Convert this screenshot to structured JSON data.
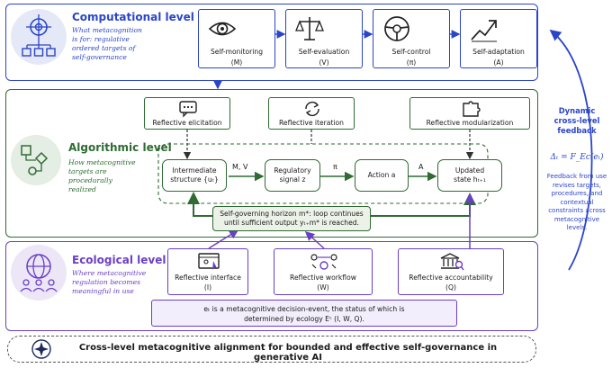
{
  "computational": {
    "title": "Computational level",
    "desc": "What metacognition is for: regulative ordered targets of self-governance",
    "targets": [
      {
        "label": "Self-monitoring",
        "abbr": "(M)",
        "icon": "eye-icon"
      },
      {
        "label": "Self-evaluation",
        "abbr": "(V)",
        "icon": "scales-icon"
      },
      {
        "label": "Self-control",
        "abbr": "(π)",
        "icon": "steering-wheel-icon"
      },
      {
        "label": "Self-adaptation",
        "abbr": "(A)",
        "icon": "trend-arrow-icon"
      }
    ]
  },
  "algorithmic": {
    "title": "Algorithmic level",
    "desc": "How metacognitive targets are procedurally realized",
    "mechanisms": [
      {
        "label": "Reflective elicitation",
        "icon": "chat-bubble-icon"
      },
      {
        "label": "Reflective iteration",
        "icon": "cycle-icon"
      },
      {
        "label": "Reflective modularization",
        "icon": "puzzle-icon"
      }
    ],
    "stages": [
      {
        "line1": "Intermediate",
        "line2": "structure {uₜ}"
      },
      {
        "line1": "Regulatory",
        "line2": "signal z"
      },
      {
        "line1": "Action a",
        "line2": ""
      },
      {
        "line1": "Updated",
        "line2": "state hₜ₊₁"
      }
    ],
    "edges": [
      "M, V",
      "π",
      "A"
    ],
    "horizon": {
      "line1": "Self-governing horizon m*: loop continues",
      "line2": "until sufficient output yₜ₊m* is reached."
    }
  },
  "ecological": {
    "title": "Ecological level",
    "desc": "Where metacognitive regulation becomes meaningful in use",
    "practices": [
      {
        "label": "Reflective interface",
        "abbr": "(I)",
        "icon": "interface-icon"
      },
      {
        "label": "Reflective workflow",
        "abbr": "(W)",
        "icon": "workflow-icon"
      },
      {
        "label": "Reflective accountability",
        "abbr": "(Q)",
        "icon": "institution-icon"
      }
    ],
    "note": {
      "line1": "eₜ is a metacognitive decision-event, the status of which is",
      "line2": "determined by ecology Eᶜ (I, W, Q)."
    }
  },
  "feedback": {
    "title": "Dynamic cross-level feedback",
    "formula": "Δₜ = F_Ec(eₜ)",
    "desc": "Feedback from use revises targets, procedures, and contextual constraints across metacognitive levels."
  },
  "bottom": {
    "text": "Cross-level metacognitive alignment for bounded and effective self-governance in generative AI"
  },
  "colors": {
    "computational": "#2b45c8",
    "algorithmic": "#2f6b33",
    "ecological": "#6a3fc7"
  }
}
